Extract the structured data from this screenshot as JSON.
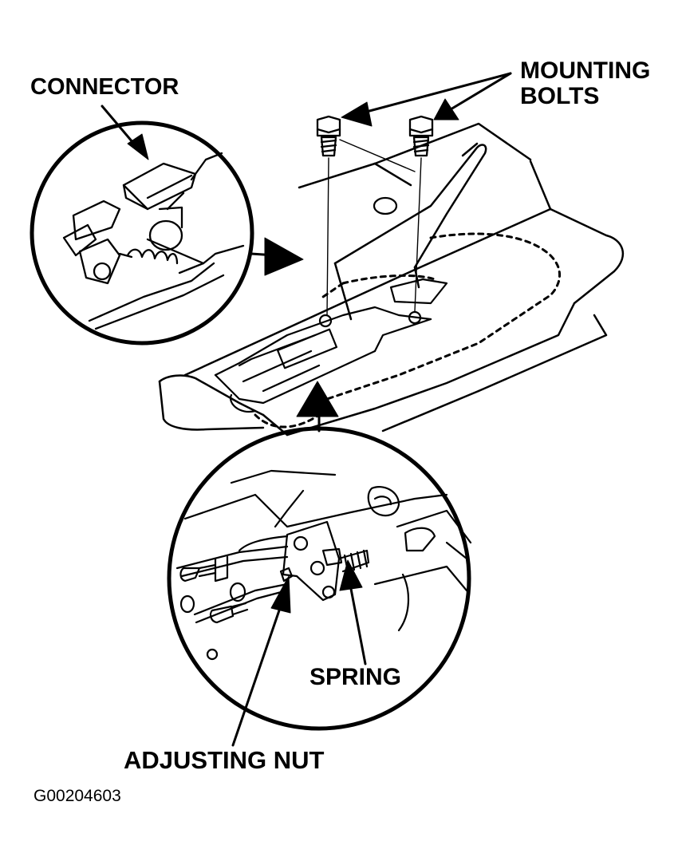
{
  "labels": {
    "connector": "CONNECTOR",
    "mounting_line1": "MOUNTING",
    "mounting_line2": "BOLTS",
    "spring": "SPRING",
    "adjusting_nut": "ADJUSTING NUT",
    "figure_code": "G00204603"
  },
  "colors": {
    "ink": "#000000",
    "paper": "#ffffff"
  }
}
